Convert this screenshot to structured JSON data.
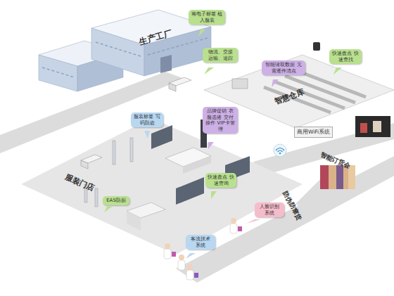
{
  "diagram": {
    "nodes": [
      {
        "text": [
          "将电子标签 植入服装"
        ]
      },
      {
        "text": [
          "物流、交接 运输、追踪"
        ]
      },
      {
        "text": [
          "智能读取数据 无需逐件清点"
        ]
      },
      {
        "text": [
          "快速盘点 快速查找"
        ]
      },
      {
        "text": [
          "服装标签 写码防盗"
        ]
      },
      {
        "text": [
          "品牌促销 衣服选搭 交付操作 VIP卡管理"
        ]
      },
      {
        "text": [
          "快速盘点 快速查询"
        ]
      },
      {
        "text": [
          "EAS防损"
        ]
      },
      {
        "text": [
          "人脸识别 系统"
        ]
      },
      {
        "text": [
          "客流技术 系统"
        ]
      }
    ],
    "labels": [
      "生产工厂",
      "智慧仓库",
      "商用WiFi系统",
      "智能订货会",
      "服装门店",
      "防伪防窜货"
    ]
  }
}
